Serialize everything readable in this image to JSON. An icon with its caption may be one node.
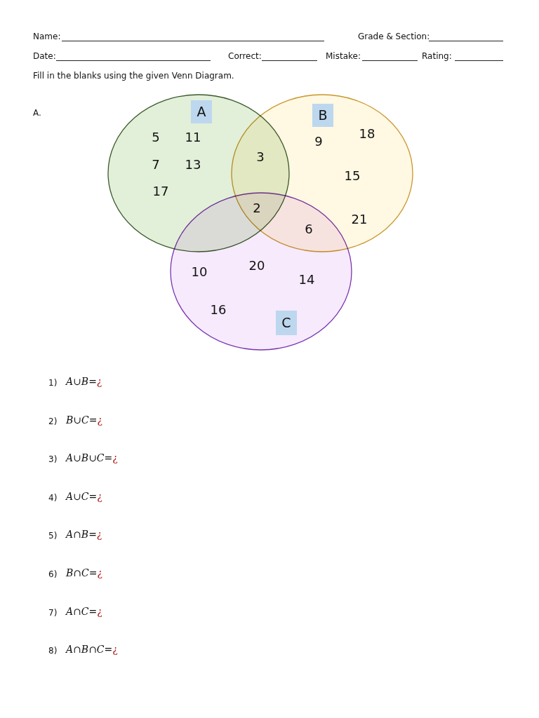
{
  "diagram": {
    "nodes": [
      {
        "text": [
          "A"
        ]
      },
      {
        "text": [
          "B"
        ]
      },
      {
        "text": [
          "C"
        ]
      }
    ],
    "labels": [
      "Name:",
      "Grade & Section:",
      "Date:",
      "Correct:",
      "Mistake:",
      "Rating:",
      "Fill in the blanks using the given Venn Diagram.",
      "A.",
      "5",
      "11",
      "7",
      "13",
      "17",
      "3",
      "9",
      "18",
      "15",
      "2",
      "21",
      "6",
      "10",
      "20",
      "14",
      "16",
      "1)",
      "A∪B=¿",
      "2)",
      "B∪C=¿",
      "3)",
      "A∪B∪C=¿",
      "4)",
      "A∪C=¿",
      "5)",
      "A∩B=¿",
      "6)",
      "B∩C=¿",
      "7)",
      "A∩C=¿",
      "8)",
      "A∩B∩C=¿"
    ]
  }
}
